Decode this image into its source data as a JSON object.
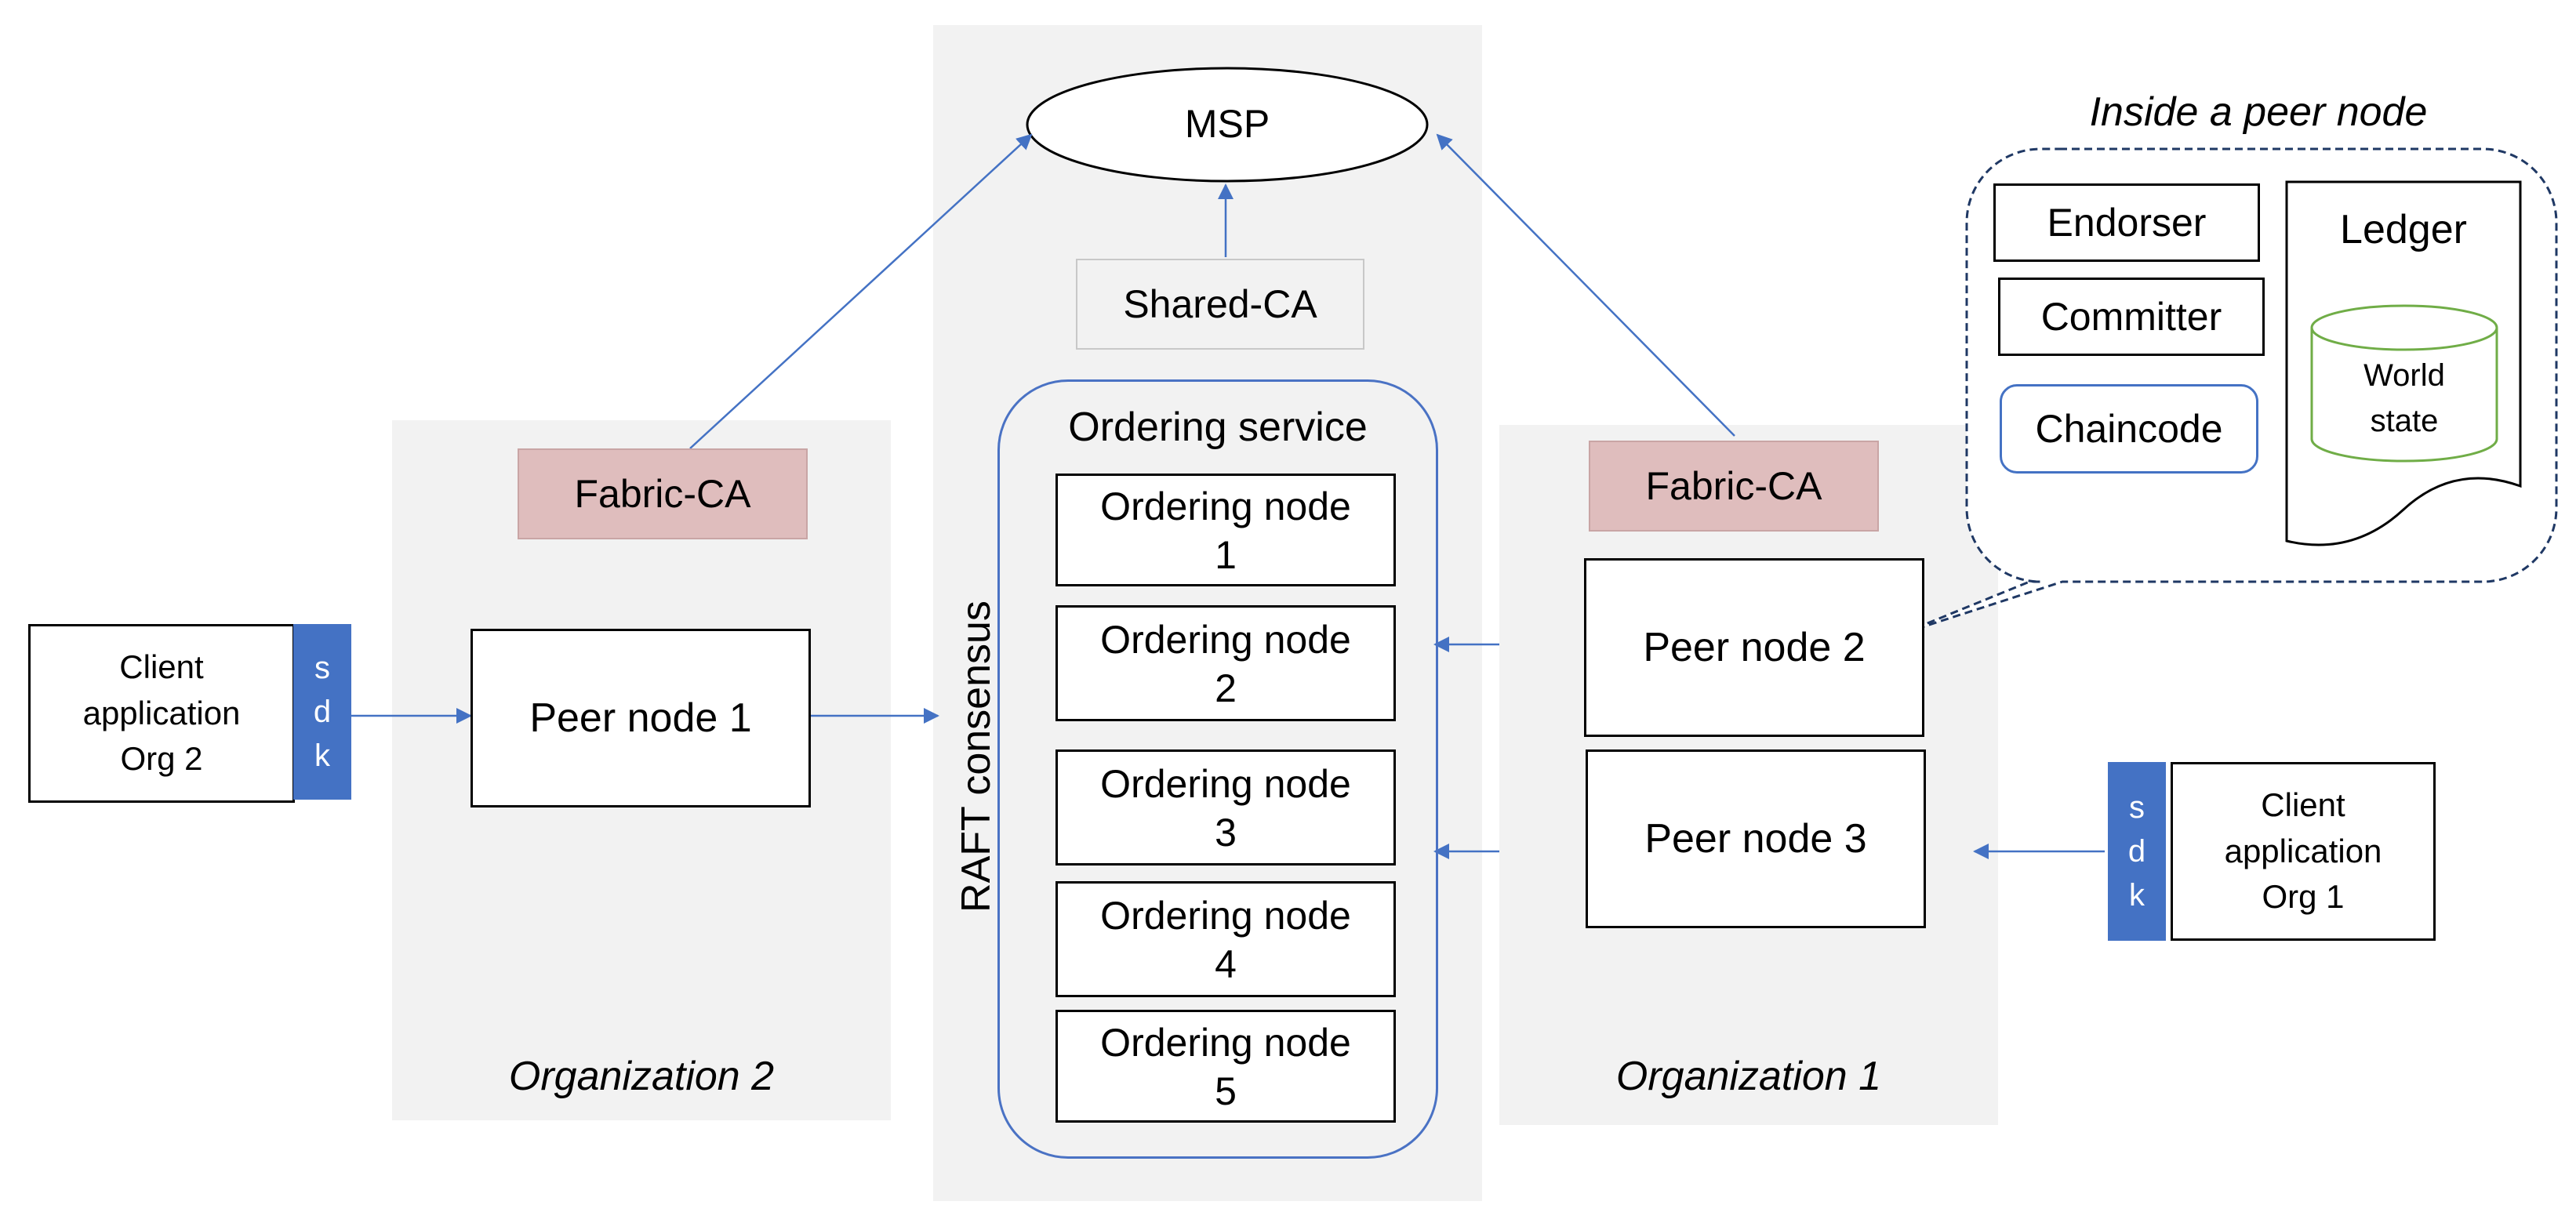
{
  "msp": {
    "label": "MSP"
  },
  "shared_ca": {
    "label": "Shared-CA"
  },
  "ordering": {
    "title": "Ordering service",
    "consensus_label": "RAFT consensus",
    "nodes": [
      {
        "title": "Ordering node",
        "num": "1"
      },
      {
        "title": "Ordering node",
        "num": "2"
      },
      {
        "title": "Ordering node",
        "num": "3"
      },
      {
        "title": "Ordering node",
        "num": "4"
      },
      {
        "title": "Ordering node",
        "num": "5"
      }
    ]
  },
  "org2": {
    "label": "Organization 2",
    "fabric_ca": "Fabric-CA",
    "peer": "Peer node 1",
    "client": {
      "line1": "Client",
      "line2": "application",
      "line3": "Org 2"
    },
    "sdk": [
      "s",
      "d",
      "k"
    ]
  },
  "org1": {
    "label": "Organization 1",
    "fabric_ca": "Fabric-CA",
    "peers": [
      "Peer node 2",
      "Peer node 3"
    ],
    "client": {
      "line1": "Client",
      "line2": "application",
      "line3": "Org 1"
    },
    "sdk": [
      "s",
      "d",
      "k"
    ]
  },
  "peer_detail": {
    "title": "Inside a peer node",
    "components": [
      "Endorser",
      "Committer",
      "Chaincode"
    ],
    "ledger": "Ledger",
    "world_state": {
      "line1": "World",
      "line2": "state"
    }
  },
  "colors": {
    "panel": "#f2f2f2",
    "arrow": "#4472c4",
    "fabric_ca": "#dfbdbd",
    "sdk": "#4472c4",
    "world_state": "#70ad47",
    "callout": "#1f3864"
  }
}
